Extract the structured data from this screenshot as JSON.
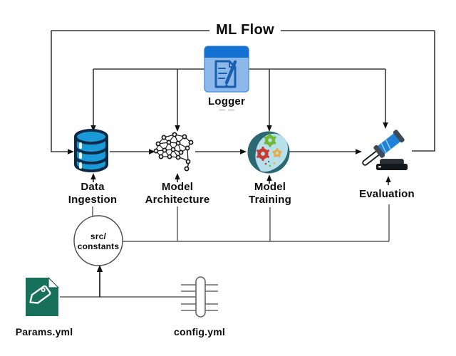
{
  "title": "ML Flow",
  "nodes": {
    "logger": {
      "label": "Logger"
    },
    "data_ingestion": {
      "line1": "Data",
      "line2": "Ingestion"
    },
    "model_architecture": {
      "line1": "Model",
      "line2": "Architecture"
    },
    "model_training": {
      "line1": "Model",
      "line2": "Training"
    },
    "evaluation": {
      "label": "Evaluation"
    },
    "src_constants": {
      "line1": "src/",
      "line2": "constants"
    },
    "params_file": {
      "label": "Params.yml"
    },
    "config_file": {
      "label": "config.yml"
    }
  },
  "icons": {
    "logger": "log-document-icon",
    "data_ingestion": "database-icon",
    "model_architecture": "neural-network-icon",
    "model_training": "head-gears-icon",
    "evaluation": "gavel-icon",
    "params_file": "tag-document-icon",
    "config_file": "connector-capsule-icon"
  },
  "colors": {
    "line": "#3a3a3a",
    "line-soft": "#565656",
    "db-blue": "#1a9bd8",
    "db-outline": "#0e2b46",
    "logger-light": "#8cb9ea",
    "logger-header": "#1271d1",
    "logger-stroke": "#1c5eae",
    "globe-light": "#b7e0eb",
    "globe-dark": "#2a6973",
    "gear-green": "#74b832",
    "gear-red": "#c93b31",
    "gear-yellow": "#e7ad49",
    "gavel-blue": "#1e82d8",
    "gavel-gray": "#3f4a54",
    "params-green": "#17705a"
  }
}
